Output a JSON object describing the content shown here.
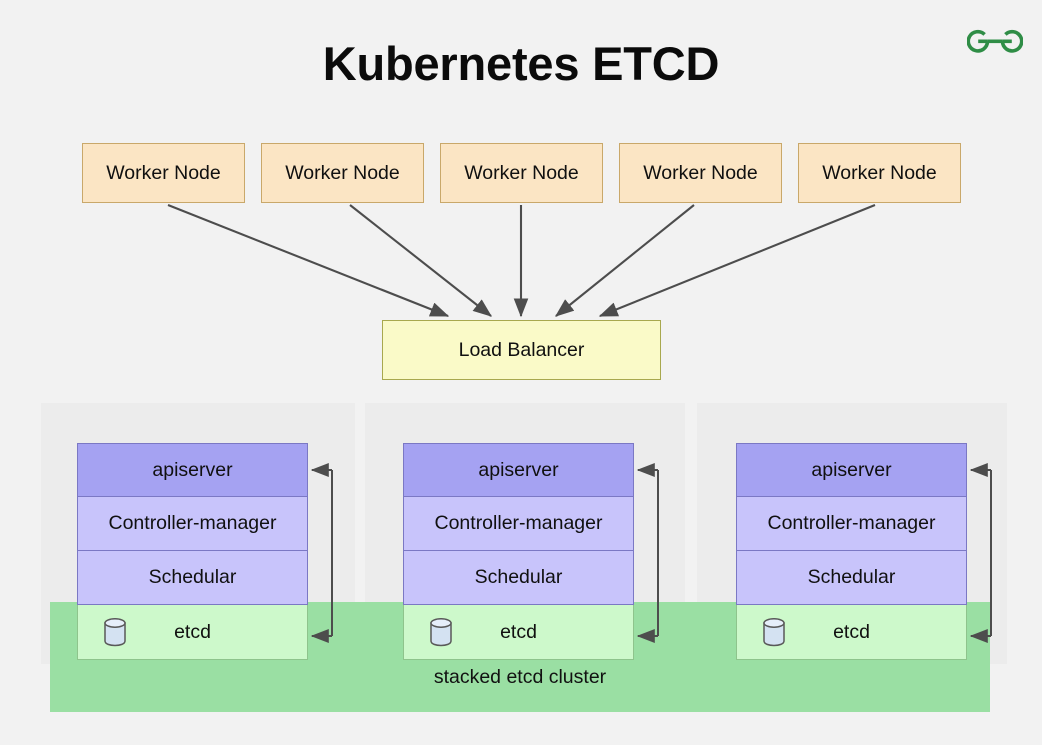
{
  "page": {
    "title": "Kubernetes ETCD",
    "background_color": "#f2f2f2"
  },
  "brand": {
    "logo_name": "geeksforgeeks-logo",
    "logo_color": "#2f8d46"
  },
  "worker_nodes": [
    {
      "label": "Worker Node"
    },
    {
      "label": "Worker Node"
    },
    {
      "label": "Worker Node"
    },
    {
      "label": "Worker Node"
    },
    {
      "label": "Worker Node"
    }
  ],
  "load_balancer": {
    "label": "Load Balancer",
    "fill_color": "#fafac8",
    "border_color": "#a8a84e"
  },
  "control_planes": [
    {
      "rows": [
        {
          "label": "apiserver",
          "kind": "apiserver"
        },
        {
          "label": "Controller-manager",
          "kind": "controller"
        },
        {
          "label": "Schedular",
          "kind": "scheduler"
        },
        {
          "label": "etcd",
          "kind": "etcd",
          "icon": "database-cylinder-icon"
        }
      ]
    },
    {
      "rows": [
        {
          "label": "apiserver",
          "kind": "apiserver"
        },
        {
          "label": "Controller-manager",
          "kind": "controller"
        },
        {
          "label": "Schedular",
          "kind": "scheduler"
        },
        {
          "label": "etcd",
          "kind": "etcd",
          "icon": "database-cylinder-icon"
        }
      ]
    },
    {
      "rows": [
        {
          "label": "apiserver",
          "kind": "apiserver"
        },
        {
          "label": "Controller-manager",
          "kind": "controller"
        },
        {
          "label": "Schedular",
          "kind": "scheduler"
        },
        {
          "label": "etcd",
          "kind": "etcd",
          "icon": "database-cylinder-icon"
        }
      ]
    }
  ],
  "etcd_cluster": {
    "label": "stacked etcd cluster",
    "band_color": "#9adfa3"
  },
  "colors": {
    "worker_node_fill": "#fbe5c4",
    "worker_node_border": "#c9a86a",
    "apiserver_fill": "#a5a2f2",
    "component_fill": "#c8c4fb",
    "component_border": "#7b78c4",
    "etcd_fill": "#cdf9cb",
    "panel_fill": "#ececec",
    "arrow_color": "#4d4d4d"
  }
}
